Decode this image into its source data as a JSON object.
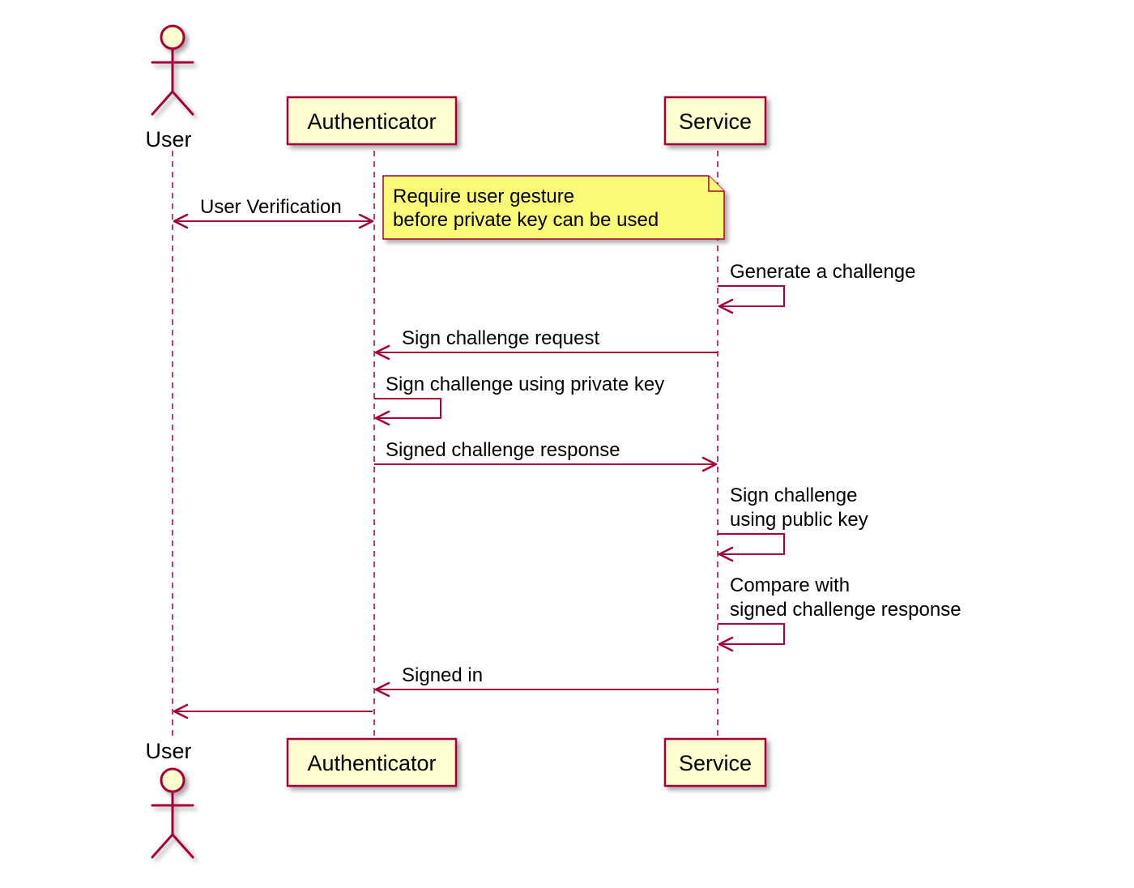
{
  "participants": {
    "user": "User",
    "authenticator": "Authenticator",
    "service": "Service"
  },
  "note": {
    "line1": "Require user gesture",
    "line2": "before private key can be used"
  },
  "messages": {
    "user_verification": "User Verification",
    "generate_challenge": "Generate a challenge",
    "sign_challenge_request": "Sign challenge request",
    "sign_private": "Sign challenge using private key",
    "signed_response": "Signed challenge response",
    "sign_public_line1": "Sign challenge",
    "sign_public_line2": "using public key",
    "compare_line1": "Compare with",
    "compare_line2": "signed challenge response",
    "signed_in": "Signed in"
  },
  "colors": {
    "line": "#A80036",
    "participant_fill": "#FEFECE",
    "note_fill": "#FBFB77"
  }
}
